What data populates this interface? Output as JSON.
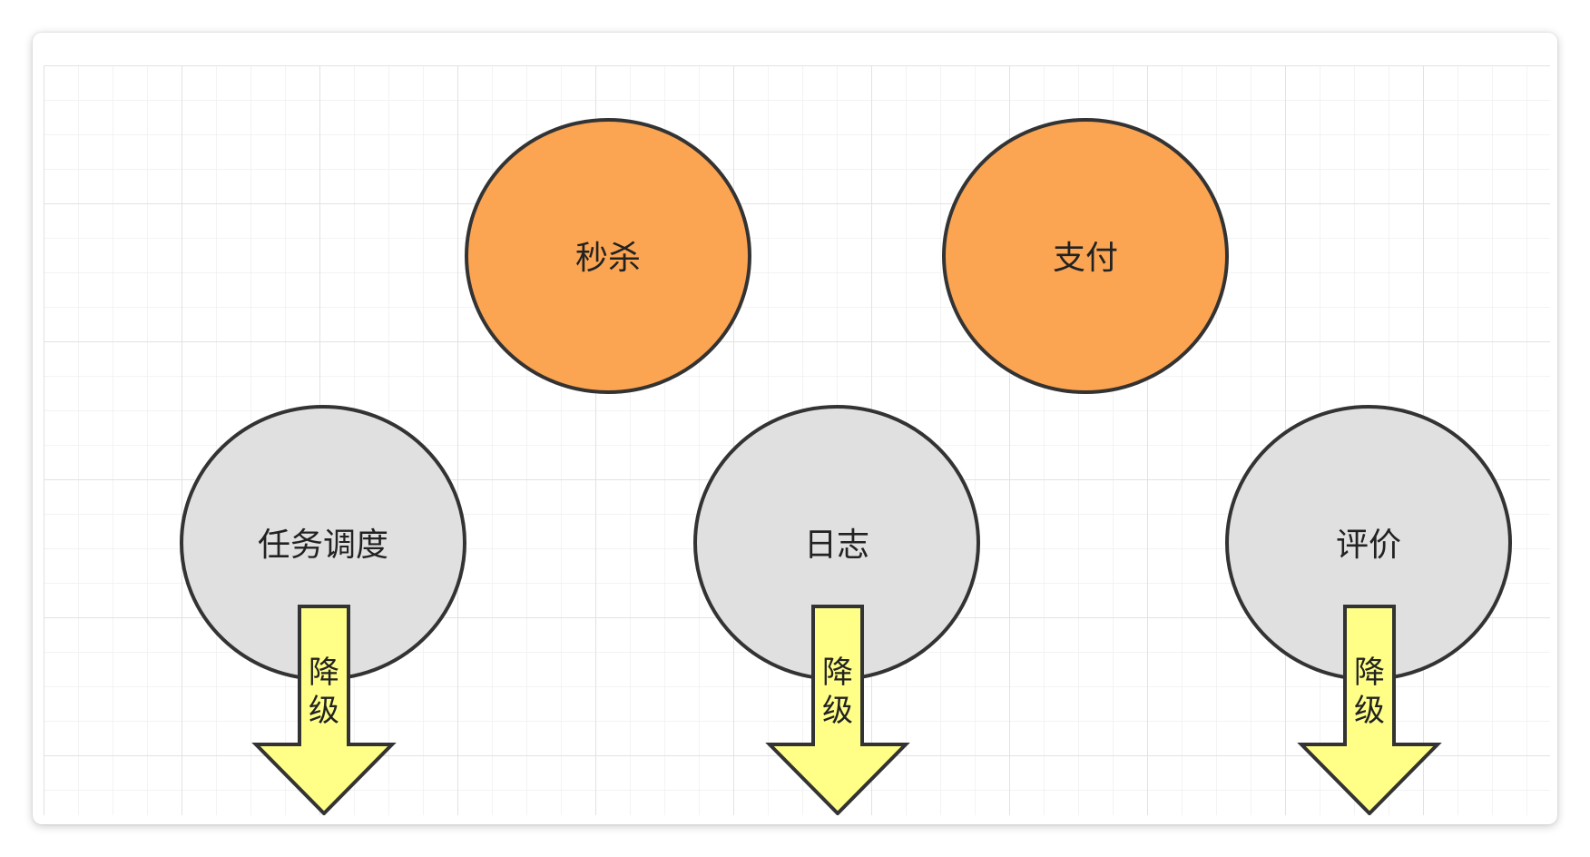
{
  "diagram": {
    "top_nodes": [
      {
        "id": "miaosha",
        "label": "秒杀",
        "color": "#fba553"
      },
      {
        "id": "zhifu",
        "label": "支付",
        "color": "#fba553"
      }
    ],
    "bottom_nodes": [
      {
        "id": "renwu",
        "label": "任务调度",
        "color": "#e0e0e0",
        "arrow_label_1": "降",
        "arrow_label_2": "级"
      },
      {
        "id": "rizhi",
        "label": "日志",
        "color": "#e0e0e0",
        "arrow_label_1": "降",
        "arrow_label_2": "级"
      },
      {
        "id": "pingjia",
        "label": "评价",
        "color": "#e0e0e0",
        "arrow_label_1": "降",
        "arrow_label_2": "级"
      }
    ],
    "arrow_color": "#ffff88",
    "stroke_color": "#333333",
    "grid_color": "#e8e8e8"
  }
}
